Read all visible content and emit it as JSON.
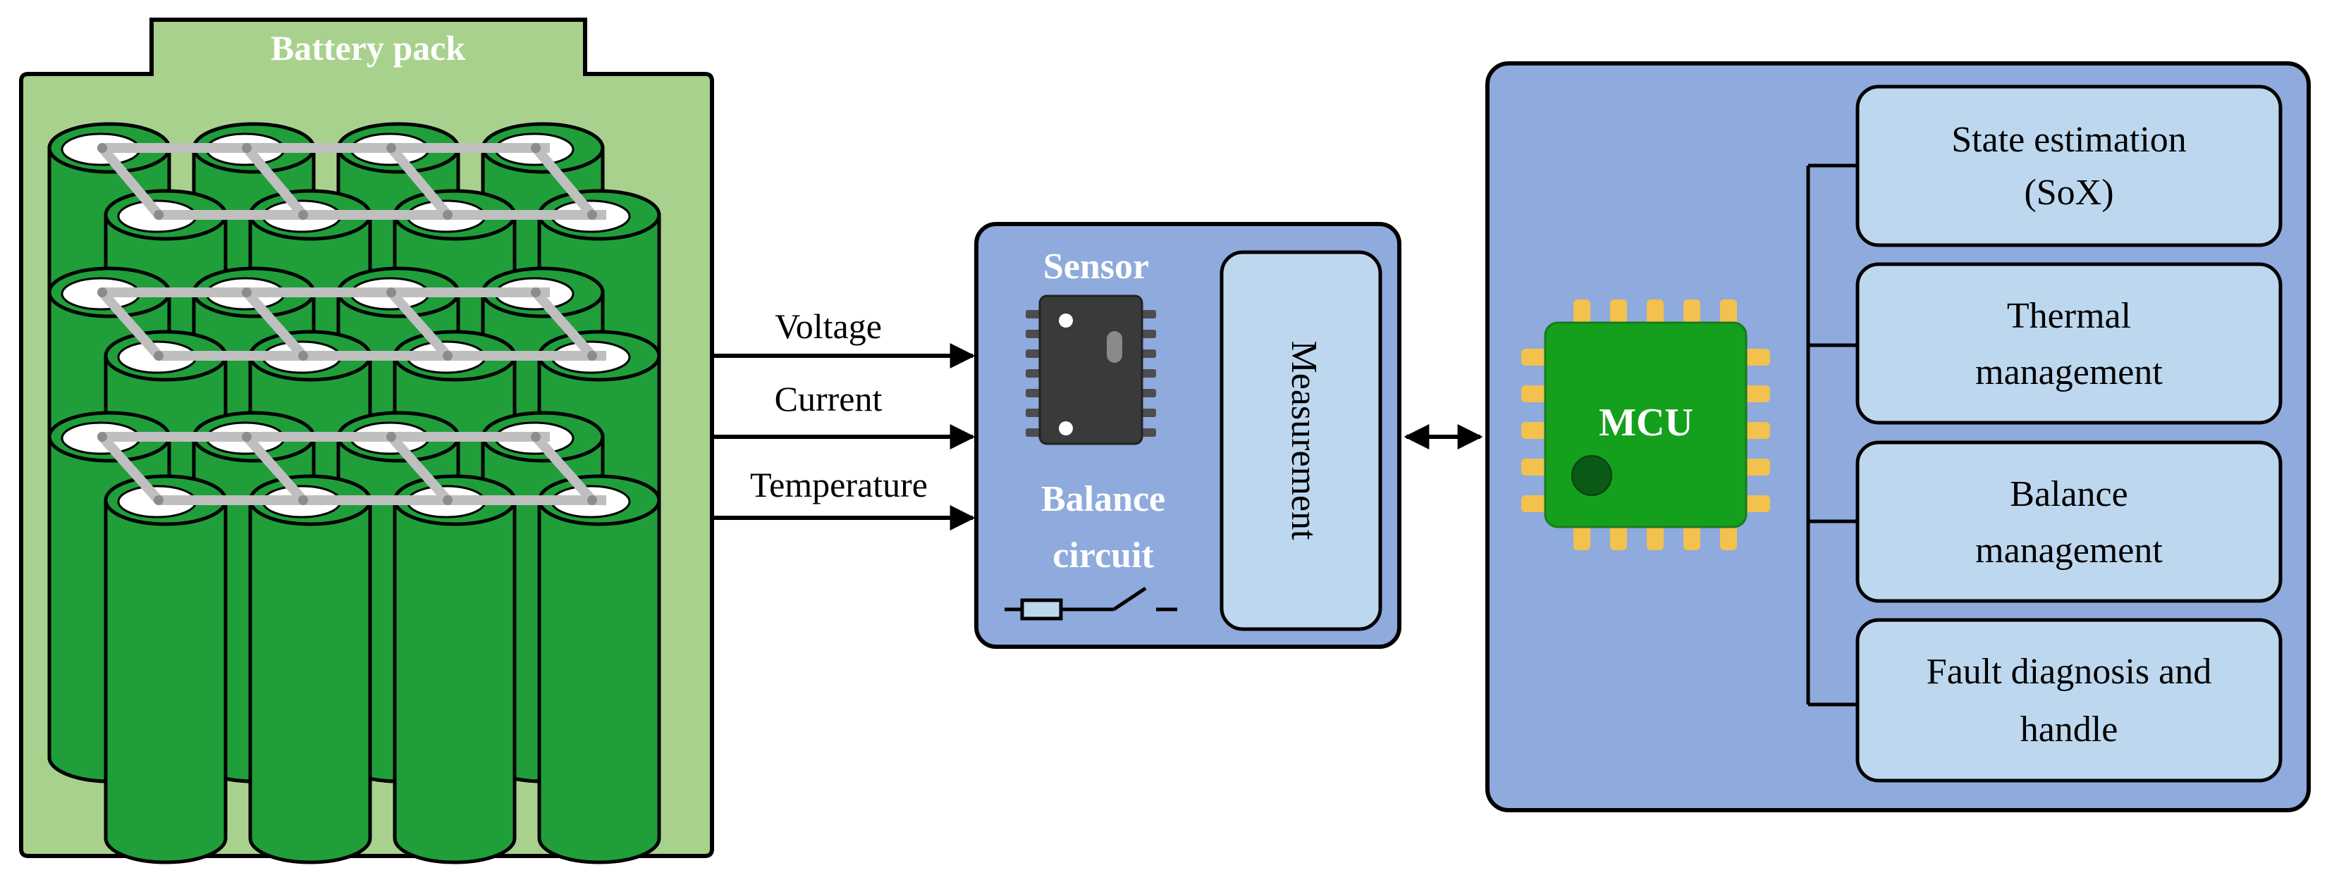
{
  "battery_pack": {
    "title": "Battery pack",
    "cell_rows": 6,
    "cell_cols": 4,
    "colors": {
      "panel_fill": "#a9d18e",
      "cell_fill": "#1f9e3a",
      "cell_dark": "#117a2a",
      "cell_top": "#ffffff",
      "busbar": "#bfbfbf",
      "outline": "#000000"
    }
  },
  "signals": {
    "voltage": "Voltage",
    "current": "Current",
    "temperature": "Temperature"
  },
  "sensor_module": {
    "sensor_label": "Sensor",
    "balance_label_line1": "Balance",
    "balance_label_line2": "circuit",
    "measurement_label": "Measurement",
    "colors": {
      "panel_fill": "#8faadc",
      "inner_fill": "#bdd7ee"
    }
  },
  "controller": {
    "mcu_label": "MCU",
    "colors": {
      "panel_fill": "#8faadc",
      "chip_fill": "#14a01c",
      "pin_fill": "#f2c14e",
      "dot_fill": "#0a5a17"
    },
    "functions": [
      {
        "line1": "State estimation",
        "line2": "(SoX)"
      },
      {
        "line1": "Thermal",
        "line2": "management"
      },
      {
        "line1": "Balance",
        "line2": "management"
      },
      {
        "line1": "Fault diagnosis and",
        "line2": "handle"
      }
    ]
  }
}
